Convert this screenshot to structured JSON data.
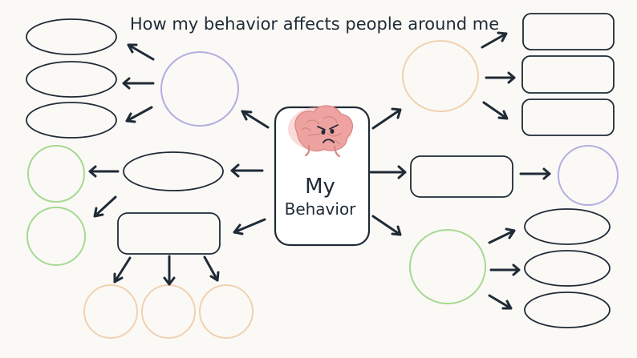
{
  "diagram": {
    "title": "How my behavior affects people around me",
    "center": {
      "line1": "My",
      "line2": "Behavior"
    },
    "colors": {
      "background": "#fbf9f6",
      "ink": "#1f2b36",
      "purple_outline": "#b3aee0",
      "peach_outline": "#f0d2b0",
      "green_outline": "#a6d991",
      "brain_pink": "#f0a6a4"
    },
    "icons": [
      "angry-brain-icon"
    ]
  }
}
